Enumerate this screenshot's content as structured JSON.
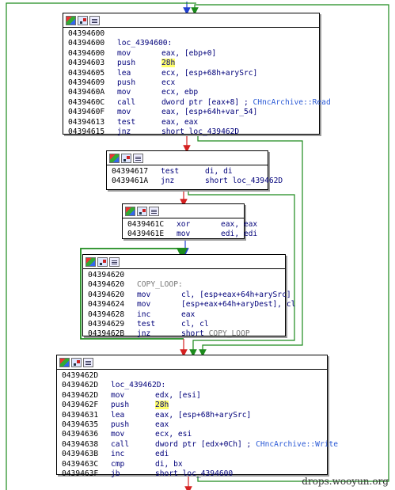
{
  "watermark": "drops.wooyun.org",
  "colors": {
    "true_edge": "#1c8a1c",
    "false_edge": "#d42020",
    "uncond_edge": "#2040d0"
  },
  "blocks": [
    {
      "id": "loc_4394600",
      "lines": [
        {
          "addr": "04394600",
          "text": ""
        },
        {
          "addr": "04394600",
          "label": "loc_4394600:"
        },
        {
          "addr": "04394600",
          "mn": "mov",
          "op": "eax, [ebp+0]"
        },
        {
          "addr": "04394603",
          "mn": "push",
          "op_hl": "28h"
        },
        {
          "addr": "04394605",
          "mn": "lea",
          "op": "ecx, [esp+68h+arySrc]"
        },
        {
          "addr": "04394609",
          "mn": "push",
          "op": "ecx"
        },
        {
          "addr": "0439460A",
          "mn": "mov",
          "op": "ecx, ebp"
        },
        {
          "addr": "0439460C",
          "mn": "call",
          "op": "dword ptr [eax+8] ; ",
          "cm": "CHncArchive::Read"
        },
        {
          "addr": "0439460F",
          "mn": "mov",
          "op": "eax, [esp+64h+var_54]"
        },
        {
          "addr": "04394613",
          "mn": "test",
          "op": "eax, eax"
        },
        {
          "addr": "04394615",
          "mn": "jnz",
          "op": "short loc_439462D"
        }
      ]
    },
    {
      "id": "b2",
      "lines": [
        {
          "addr": "04394617",
          "mn": "test",
          "op": "di, di"
        },
        {
          "addr": "0439461A",
          "mn": "jnz",
          "op": "short loc_439462D"
        }
      ]
    },
    {
      "id": "b3",
      "lines": [
        {
          "addr": "0439461C",
          "mn": "xor",
          "op": "eax, eax"
        },
        {
          "addr": "0439461E",
          "mn": "mov",
          "op": "edi, edi"
        }
      ]
    },
    {
      "id": "copy_loop",
      "lines": [
        {
          "addr": "04394620",
          "text": ""
        },
        {
          "addr": "04394620",
          "glabel": "COPY_LOOP:"
        },
        {
          "addr": "04394620",
          "mn": "mov",
          "op": "cl, [esp+eax+64h+arySrc]"
        },
        {
          "addr": "04394624",
          "mn": "mov",
          "op": "[esp+eax+64h+aryDest], cl"
        },
        {
          "addr": "04394628",
          "mn": "inc",
          "op": "eax"
        },
        {
          "addr": "04394629",
          "mn": "test",
          "op": "cl, cl"
        },
        {
          "addr": "0439462B",
          "mn": "jnz",
          "op": "short ",
          "gop": "COPY_LOOP"
        }
      ]
    },
    {
      "id": "loc_439462D",
      "lines": [
        {
          "addr": "0439462D",
          "text": ""
        },
        {
          "addr": "0439462D",
          "label": "loc_439462D:"
        },
        {
          "addr": "0439462D",
          "mn": "mov",
          "op": "edx, [esi]"
        },
        {
          "addr": "0439462F",
          "mn": "push",
          "op_hl": "28h"
        },
        {
          "addr": "04394631",
          "mn": "lea",
          "op": "eax, [esp+68h+arySrc]"
        },
        {
          "addr": "04394635",
          "mn": "push",
          "op": "eax"
        },
        {
          "addr": "04394636",
          "mn": "mov",
          "op": "ecx, esi"
        },
        {
          "addr": "04394638",
          "mn": "call",
          "op": "dword ptr [edx+0Ch] ; ",
          "cm": "CHncArchive::Write"
        },
        {
          "addr": "0439463B",
          "mn": "inc",
          "op": "edi"
        },
        {
          "addr": "0439463C",
          "mn": "cmp",
          "op": "di, bx"
        },
        {
          "addr": "0439463F",
          "mn": "jb",
          "op": "short loc_4394600"
        }
      ]
    }
  ]
}
